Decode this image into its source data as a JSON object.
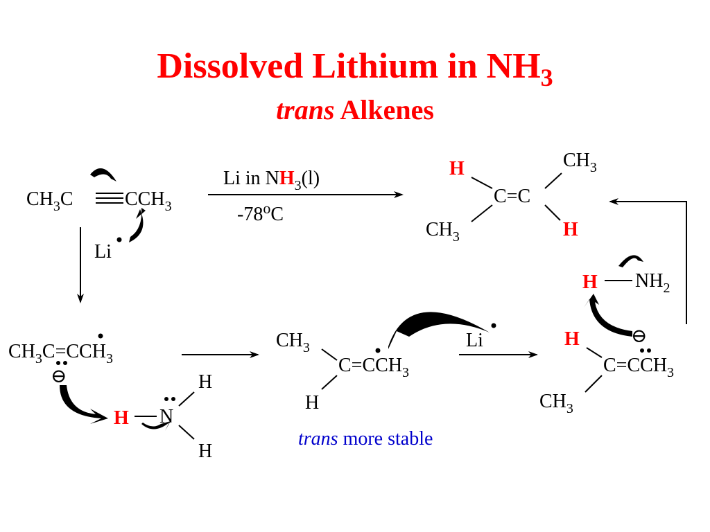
{
  "title": {
    "main": "Dissolved Lithium in NH",
    "main_sub": "3",
    "subtitle_italic": "trans",
    "subtitle_rest": " Alkenes"
  },
  "alkyne": {
    "left": "CH",
    "left_sub": "3",
    "left_c": "C",
    "right": "CCH",
    "right_sub": "3"
  },
  "li_reagent": {
    "text": "Li"
  },
  "reaction_conditions": {
    "top": "Li in N",
    "top_h": "H",
    "top_sub": "3",
    "top_end": "(l)",
    "bottom": "-78",
    "bottom_sup": "o",
    "bottom_end": "C"
  },
  "product": {
    "h_top": "H",
    "ch3_top": "CH",
    "ch3_top_sub": "3",
    "cc": "C=C",
    "ch3_bottom": "CH",
    "ch3_bottom_sub": "3",
    "h_bottom": "H"
  },
  "radical_anion": {
    "formula": "CH",
    "formula_sub": "3",
    "formula_rest": "C=CCH",
    "formula_sub2": "3",
    "charge": "⊖",
    "h": "H",
    "n": "N",
    "h_top": "H",
    "h_bottom": "H"
  },
  "vinyl_radical": {
    "ch3": "CH",
    "ch3_sub": "3",
    "cc": "C=CCH",
    "cc_sub": "3",
    "h": "H",
    "li": "Li"
  },
  "caption": {
    "italic": "trans",
    "rest": " more stable"
  },
  "vinyl_anion": {
    "h_top": "H",
    "nh2": "NH",
    "nh2_sub": "2",
    "charge": "⊖",
    "h_left": "H",
    "cc": "C=CCH",
    "cc_sub": "3",
    "ch3": "CH",
    "ch3_sub": "3"
  },
  "colors": {
    "title": "#ff0000",
    "highlight": "#ff0000",
    "caption": "#0000cc",
    "ink": "#000000"
  }
}
